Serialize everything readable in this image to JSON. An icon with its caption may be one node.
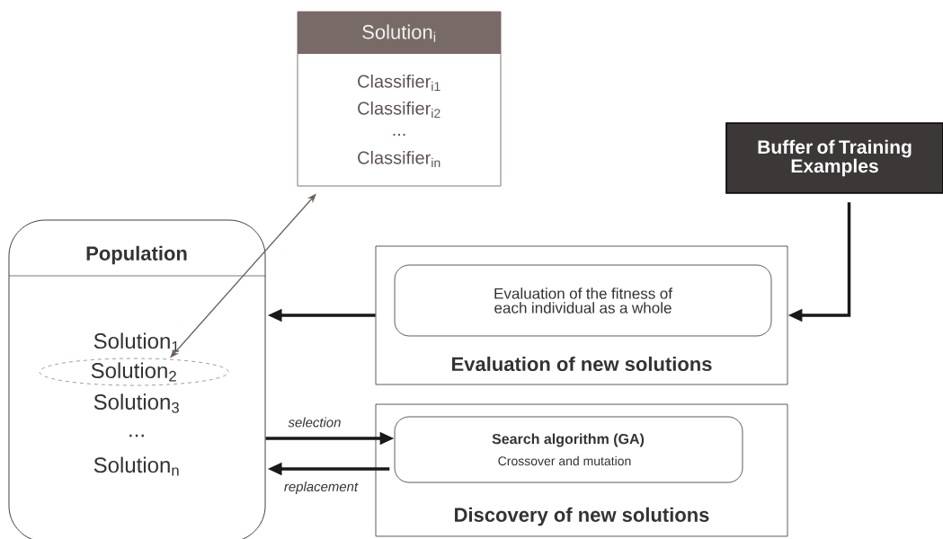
{
  "diagram": {
    "nodes": [
      {
        "text": [
          "Solution$_{i}$",
          "Classifier$_{i1}$",
          "Classifier$_{i2}$",
          "...",
          "Classifier$_{in}$"
        ]
      },
      {
        "text": [
          "Population",
          "Solution$_{1}$",
          "Solution$_{3}$",
          "...",
          "Solution$_{n}$"
        ]
      },
      {
        "text": [
          "Solution$_{2}$"
        ],
        "in": 1
      },
      {
        "text": [
          "Buffer of Training Examples"
        ]
      },
      {
        "text": [
          "Evaluation of new solutions"
        ]
      },
      {
        "text": [
          "Evaluation of the fitness of each individual as a whole"
        ],
        "in": 4
      },
      {
        "text": [
          "Discovery of new solutions"
        ]
      },
      {
        "text": [
          "Search algorithm (GA)",
          "Crossover and mutation"
        ],
        "in": 6
      }
    ],
    "edges": [
      {
        "from": 0,
        "to": 2,
        "arrow": "both",
        "color": "#6b5e5b"
      },
      {
        "from": 3,
        "to": 4,
        "arrow": "to"
      },
      {
        "from": 4,
        "to": 1,
        "arrow": "to"
      },
      {
        "from": 1,
        "to": 7,
        "arrow": "to",
        "label": "selection"
      },
      {
        "from": 7,
        "to": 1,
        "arrow": "to",
        "label": "replacement"
      }
    ]
  }
}
